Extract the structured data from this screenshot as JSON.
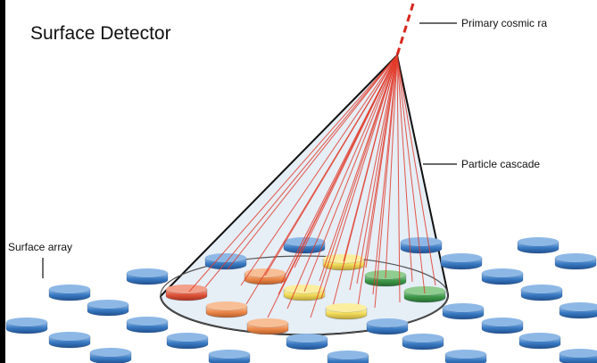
{
  "title": "Surface Detector",
  "labels": {
    "primary": "Primary cosmic ra",
    "cascade": "Particle cascade",
    "surface": "Surface array"
  },
  "colors": {
    "detector_blue": "#2e6db5",
    "detector_red": "#e0553a",
    "detector_orange": "#ef8a4c",
    "detector_yellow": "#f2dc5a",
    "detector_green": "#3f9a4a",
    "ray_red": "#e23b2a",
    "cone_fill": "#e6eef6"
  }
}
